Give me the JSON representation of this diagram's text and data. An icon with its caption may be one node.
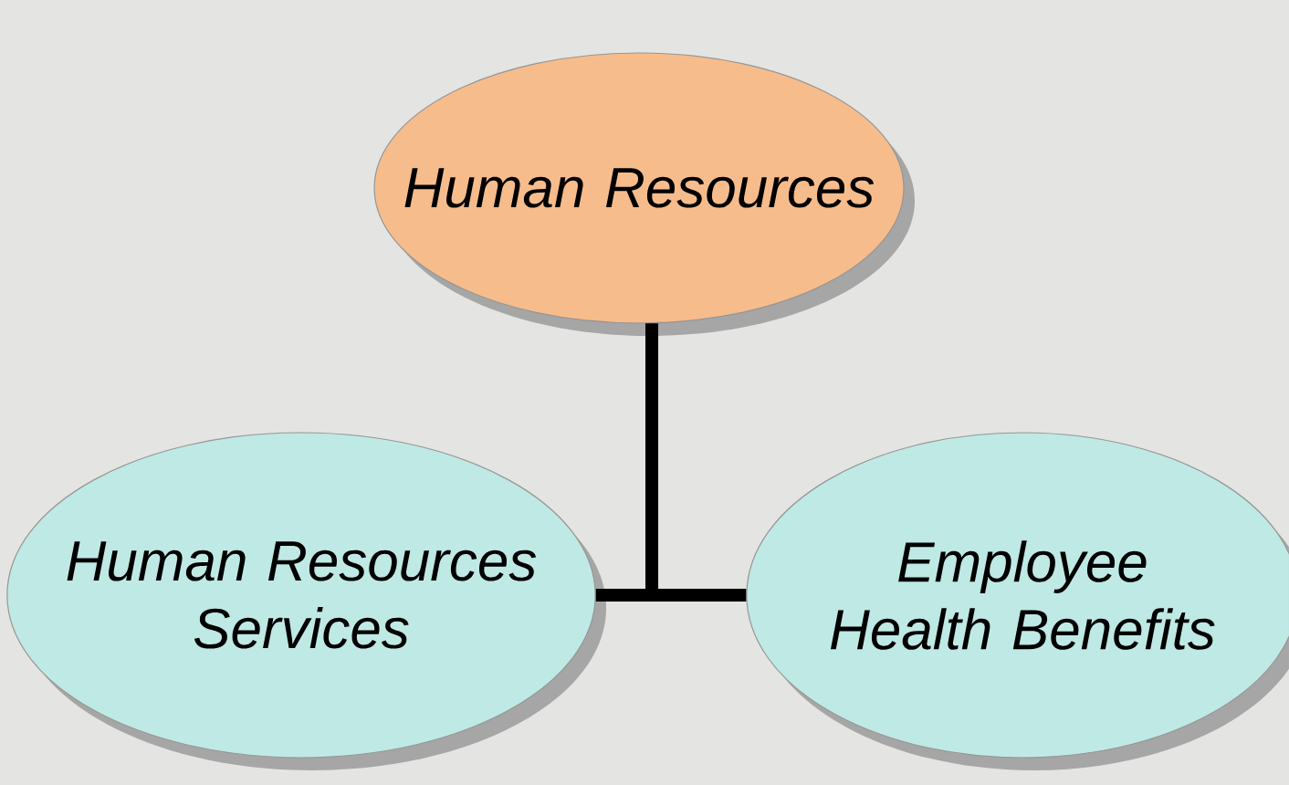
{
  "diagram": {
    "nodes": [
      {
        "text": [
          "Human Resources"
        ]
      },
      {
        "text": [
          "Human Resources Services"
        ]
      },
      {
        "text": [
          "Employee Health Benefits"
        ]
      }
    ],
    "edges": [
      {
        "from": 0,
        "to": 1,
        "arrow": "none"
      },
      {
        "from": 0,
        "to": 2,
        "arrow": "none"
      }
    ]
  }
}
